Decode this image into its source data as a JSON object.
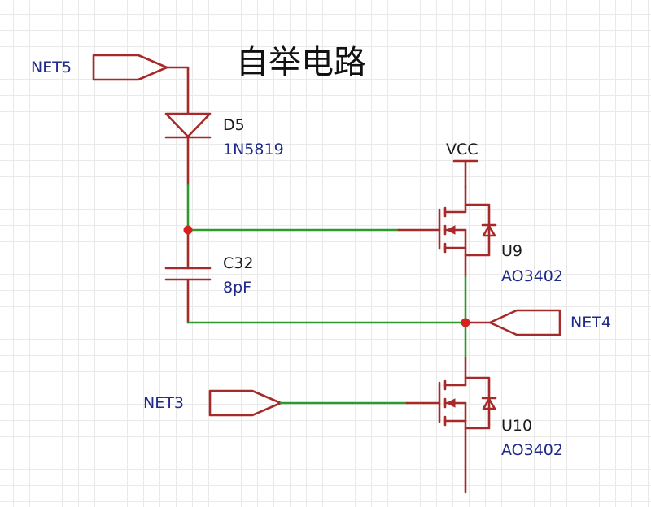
{
  "title": "自举电路",
  "nets": {
    "net5": "NET5",
    "net4": "NET4",
    "net3": "NET3",
    "vcc": "VCC"
  },
  "components": {
    "d5": {
      "ref": "D5",
      "value": "1N5819"
    },
    "c32": {
      "ref": "C32",
      "value": "8pF"
    },
    "u9": {
      "ref": "U9",
      "value": "AO3402"
    },
    "u10": {
      "ref": "U10",
      "value": "AO3402"
    }
  },
  "colors": {
    "component": "#a62a2a",
    "wire": "#2e9a2e",
    "junction": "#d82020",
    "label_blue": "#1f2a8a",
    "grid": "#e9e9e9"
  }
}
